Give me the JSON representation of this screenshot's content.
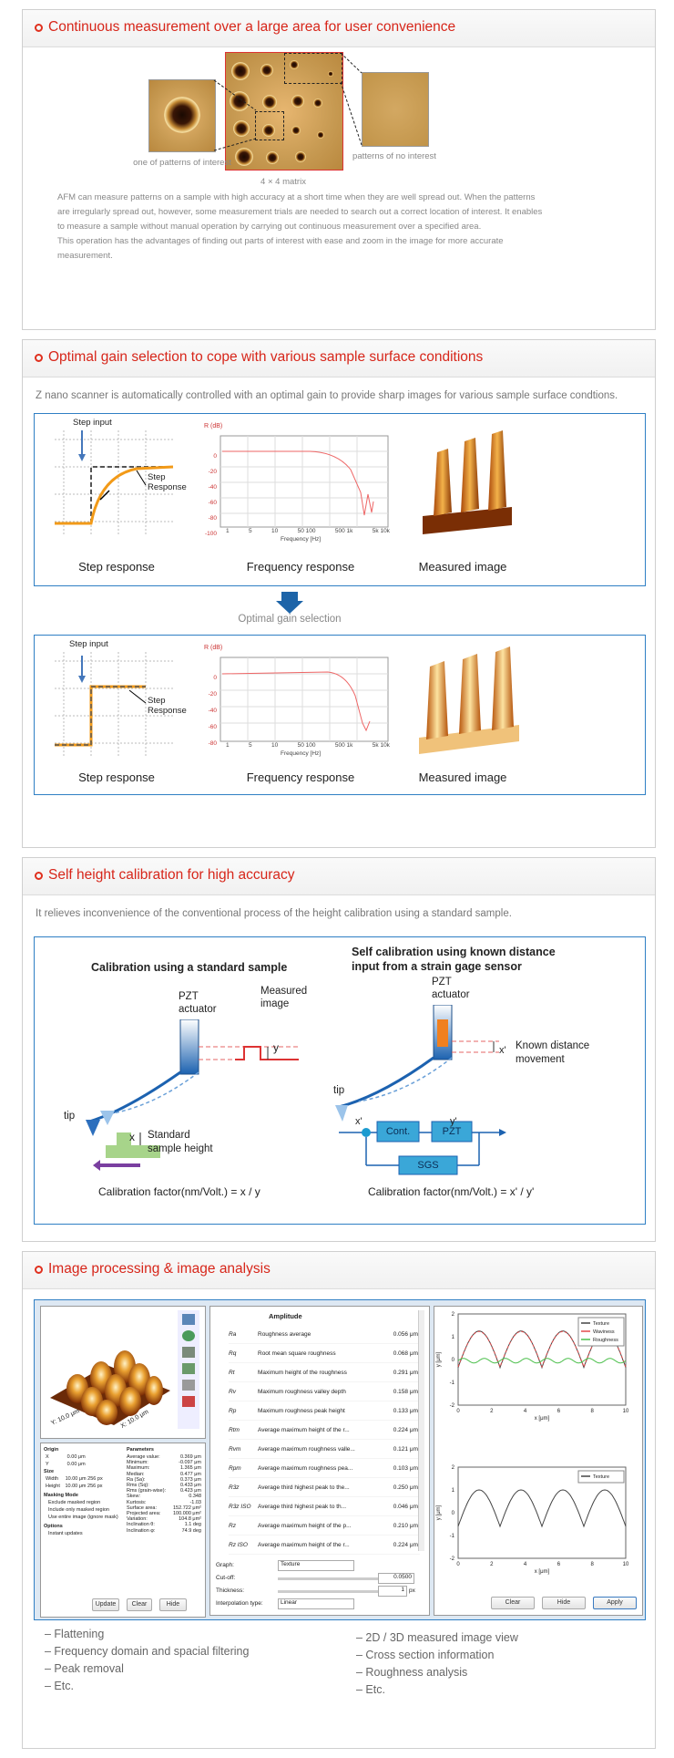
{
  "s1": {
    "title": "Continuous measurement over a large area for user convenience",
    "label_left": "one of patterns of interest",
    "label_right": "patterns of no interest",
    "matrix": "4 × 4 matrix",
    "body": [
      "AFM can measure patterns on a sample with high accuracy at a short time when they are well spread out. When the patterns",
      "are irregularly spread out, however, some measurement trials are needed to search out a correct location of interest. It enables",
      "to measure a sample without manual operation by carrying out continuous measurement over a specified area.",
      "This operation has the advantages of finding out parts of interest with ease and zoom in the image for more accurate",
      "measurement."
    ]
  },
  "s2": {
    "title": "Optimal gain selection to cope with various sample surface conditions",
    "intro": "Z nano scanner is automatically controlled with an optimal gain to provide sharp images for various sample surface condtions.",
    "step_input": "Step input",
    "step_response_lbl_1": "Step",
    "step_response_lbl_2": "Response",
    "cap_step": "Step response",
    "cap_freq": "Frequency response",
    "cap_img": "Measured image",
    "arrow_text": "Optimal gain selection",
    "fr_ylabel": "R (dB)",
    "fr_xlabel": "Frequency [Hz]",
    "fr_yticks": [
      "0",
      "-20",
      "-40",
      "-60",
      "-80",
      "-100"
    ],
    "fr_yticks2": [
      "0",
      "-20",
      "-40",
      "-60",
      "-80"
    ],
    "fr_xticks": [
      "1",
      "5",
      "10",
      "50 100",
      "500 1k",
      "5k 10k"
    ]
  },
  "s3": {
    "title": "Self height calibration for high accuracy",
    "intro": "It relieves inconvenience of the conventional process of the height calibration using a standard sample.",
    "left_title": "Calibration using a standard sample",
    "right_title_1": "Self calibration using known distance",
    "right_title_2": "input from a strain gage sensor",
    "pzt_1": "PZT",
    "pzt_2": "actuator",
    "measured_1": "Measured",
    "measured_2": "image",
    "y": "y",
    "x": "x",
    "tip": "tip",
    "std_1": "Standard",
    "std_2": "sample height",
    "known_1": "Known distance",
    "known_2": "movement",
    "xprime": "x'",
    "yprime": "y'",
    "cont": "Cont.",
    "pzt_box": "PZT",
    "sgs": "SGS",
    "formula_left": "Calibration factor(nm/Volt.) = x / y",
    "formula_right": "Calibration factor(nm/Volt.) = x' / y'"
  },
  "s4": {
    "title": "Image processing & image analysis",
    "axis_x1": "Y: 10.0 μm",
    "axis_x2": "X: 10.0 μm",
    "amplitude": "Amplitude",
    "rough_rows": [
      {
        "sym": "Ra",
        "name": "Roughness average",
        "val": "0.056 μm"
      },
      {
        "sym": "Rq",
        "name": "Root mean square roughness",
        "val": "0.068 μm"
      },
      {
        "sym": "Rt",
        "name": "Maximum height of the roughness",
        "val": "0.291 μm"
      },
      {
        "sym": "Rv",
        "name": "Maximum roughness valley depth",
        "val": "0.158 μm"
      },
      {
        "sym": "Rp",
        "name": "Maximum roughness peak height",
        "val": "0.133 μm"
      },
      {
        "sym": "Rtm",
        "name": "Average maximum height of the r...",
        "val": "0.224 μm"
      },
      {
        "sym": "Rvm",
        "name": "Average maximum roughness valle...",
        "val": "0.121 μm"
      },
      {
        "sym": "Rpm",
        "name": "Average maximum roughness pea...",
        "val": "0.103 μm"
      },
      {
        "sym": "R3z",
        "name": "Average third highest peak to the...",
        "val": "0.250 μm"
      },
      {
        "sym": "R3z ISO",
        "name": "Average third highest peak to th...",
        "val": "0.046 μm"
      },
      {
        "sym": "Rz",
        "name": "Average maximum height of the p...",
        "val": "0.210 μm"
      },
      {
        "sym": "Rz ISO",
        "name": "Average maximum height of the r...",
        "val": "0.224 μm"
      }
    ],
    "graph_lbl": "Graph:",
    "graph_val": "Texture",
    "cutoff_lbl": "Cut-off:",
    "cutoff_val": "0.0500",
    "thick_lbl": "Thickness:",
    "thick_val": "1",
    "thick_unit": "px",
    "interp_lbl": "Interpolation type:",
    "interp_val": "Linear",
    "btn_clear": "Clear",
    "btn_hide": "Hide",
    "btn_apply": "Apply",
    "legend1": [
      "Texture",
      "Waviness",
      "Roughness"
    ],
    "legend2": [
      "Texture"
    ],
    "y_label": "y [μm]",
    "x_label": "x [μm]",
    "x_ticks": [
      "0",
      "2",
      "4",
      "6",
      "8",
      "10"
    ],
    "y_ticks1": [
      "2",
      "1",
      "0",
      "-1",
      "-2"
    ],
    "y_ticks2": [
      "2",
      "1",
      "0",
      "-1",
      "-2"
    ],
    "origin": "Origin",
    "size": "Size",
    "params": "Parameters",
    "origin_x": "X",
    "origin_y": "Y",
    "origin_x_val": "0.00 μm",
    "origin_y_val": "0.00 μm",
    "width": "Width",
    "height": "Height",
    "width_val": "10.00 μm",
    "height_val": "10.00 μm",
    "size_px": "256",
    "px": "px",
    "masking": "Masking Mode",
    "mask_opts": [
      "Exclude masked region",
      "Include only masked region",
      "Use entire image (ignore mask)"
    ],
    "options": "Options",
    "instant": "Instant updates",
    "param_rows": [
      [
        "Average value:",
        "0.369 μm"
      ],
      [
        "Minimum:",
        "-0.097 μm"
      ],
      [
        "Maximum:",
        "1.365 μm"
      ],
      [
        "Median:",
        "0.477 μm"
      ],
      [
        "Ra (Sa):",
        "0.373 μm"
      ],
      [
        "Rms (Sq):",
        "0.433 μm"
      ],
      [
        "Rms (grain-wise):",
        "0.423 μm"
      ],
      [
        "Skew:",
        "0.348"
      ],
      [
        "Kurtosis:",
        "-1.03"
      ],
      [
        "Surface area:",
        "152.722 μm²"
      ],
      [
        "Projected area:",
        "100.000 μm²"
      ],
      [
        "Variation:",
        "104.8 μm²"
      ],
      [
        "Inclination θ:",
        "1.1 deg"
      ],
      [
        "Inclination φ:",
        "74.9 deg"
      ]
    ],
    "btn_update": "Update",
    "btn_clear2": "Clear",
    "btn_hide2": "Hide",
    "bullets_left": [
      "– Flattening",
      "– Frequency domain and spacial filtering",
      "– Peak removal",
      "– Etc."
    ],
    "bullets_right": [
      "– 2D / 3D measured image view",
      "– Cross section information",
      "– Roughness analysis",
      "– Etc."
    ]
  }
}
